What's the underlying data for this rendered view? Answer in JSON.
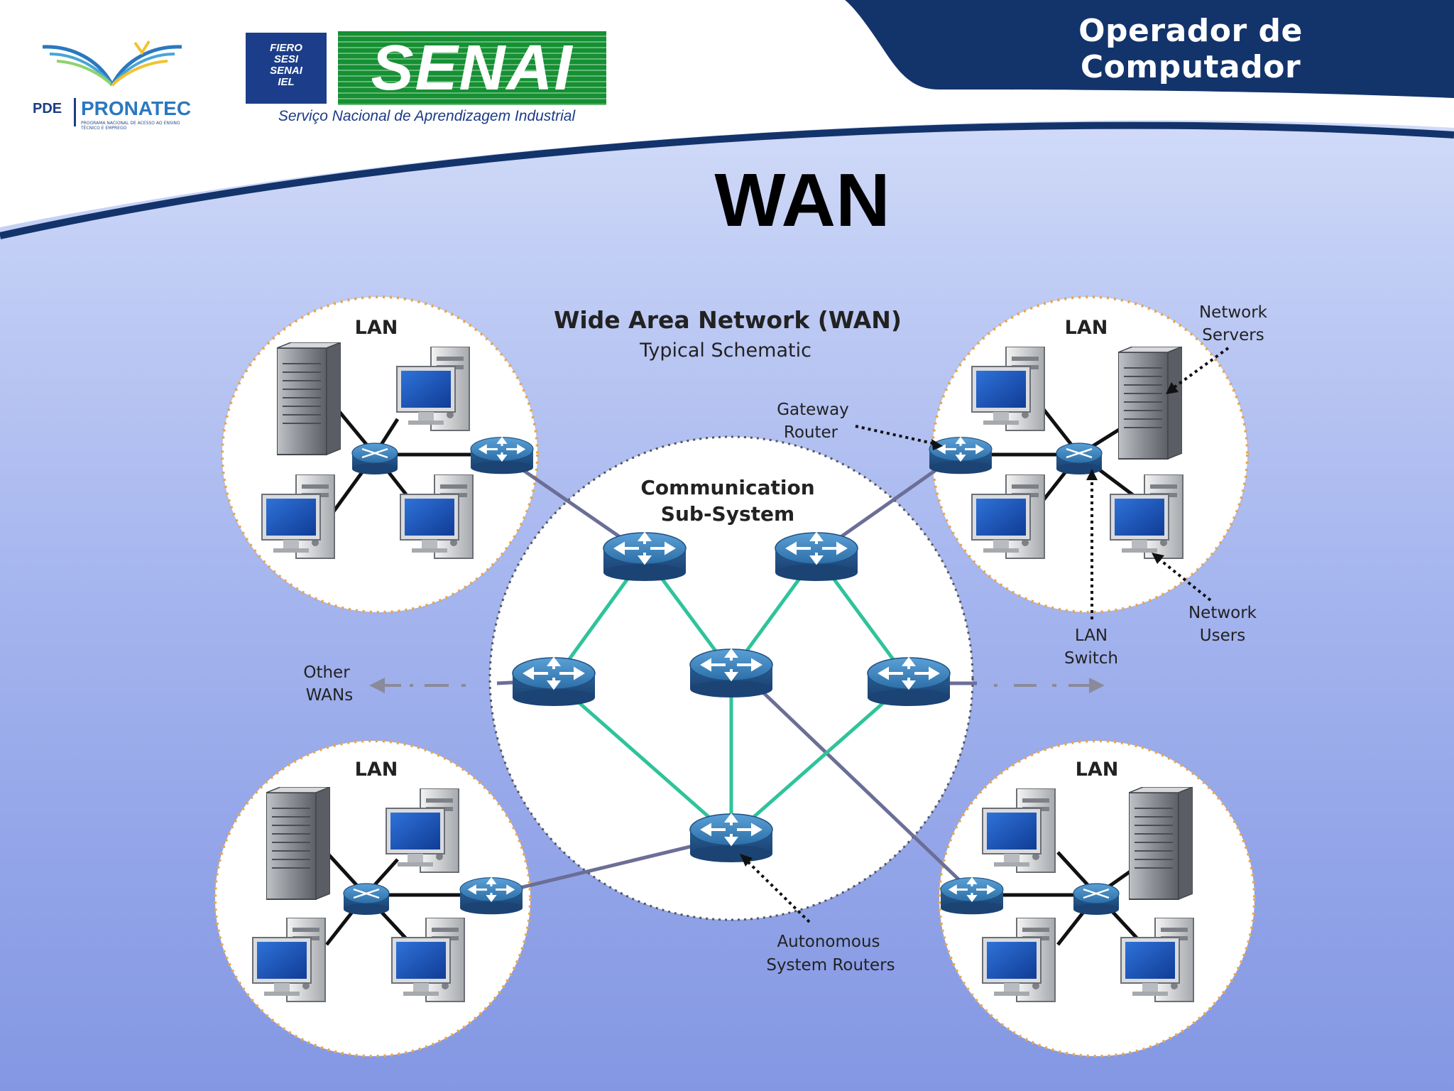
{
  "header": {
    "course_title": "Operador de Computador",
    "slide_title": "WAN"
  },
  "logos": {
    "pde": "PDE",
    "pronatec": "PRONATEC",
    "pronatec_sub": "PROGRAMA NACIONAL DE ACESSO AO ENSINO TÉCNICO E EMPREGO",
    "fiero_lines": [
      "FIERO",
      "SESI",
      "SENAI",
      "IEL"
    ],
    "senai": "SENAI",
    "senai_sub": "Serviço Nacional de Aprendizagem Industrial"
  },
  "diagram": {
    "title": "Wide Area Network (WAN)",
    "subtitle": "Typical Schematic",
    "lan_label": "LAN",
    "comm_line1": "Communication",
    "comm_line2": "Sub-System",
    "gateway_line1": "Gateway",
    "gateway_line2": "Router",
    "servers_line1": "Network",
    "servers_line2": "Servers",
    "users_line1": "Network",
    "users_line2": "Users",
    "switch_line1": "LAN",
    "switch_line2": "Switch",
    "other_line1": "Other",
    "other_line2": "WANs",
    "asr_line1": "Autonomous",
    "asr_line2": "System Routers"
  },
  "colors": {
    "header_navy": "#13336b",
    "router_blue": "#2d6fa8",
    "core_link": "#2fc39a",
    "lan_label": "#e0952a",
    "label_blue": "#2a4f8f"
  }
}
